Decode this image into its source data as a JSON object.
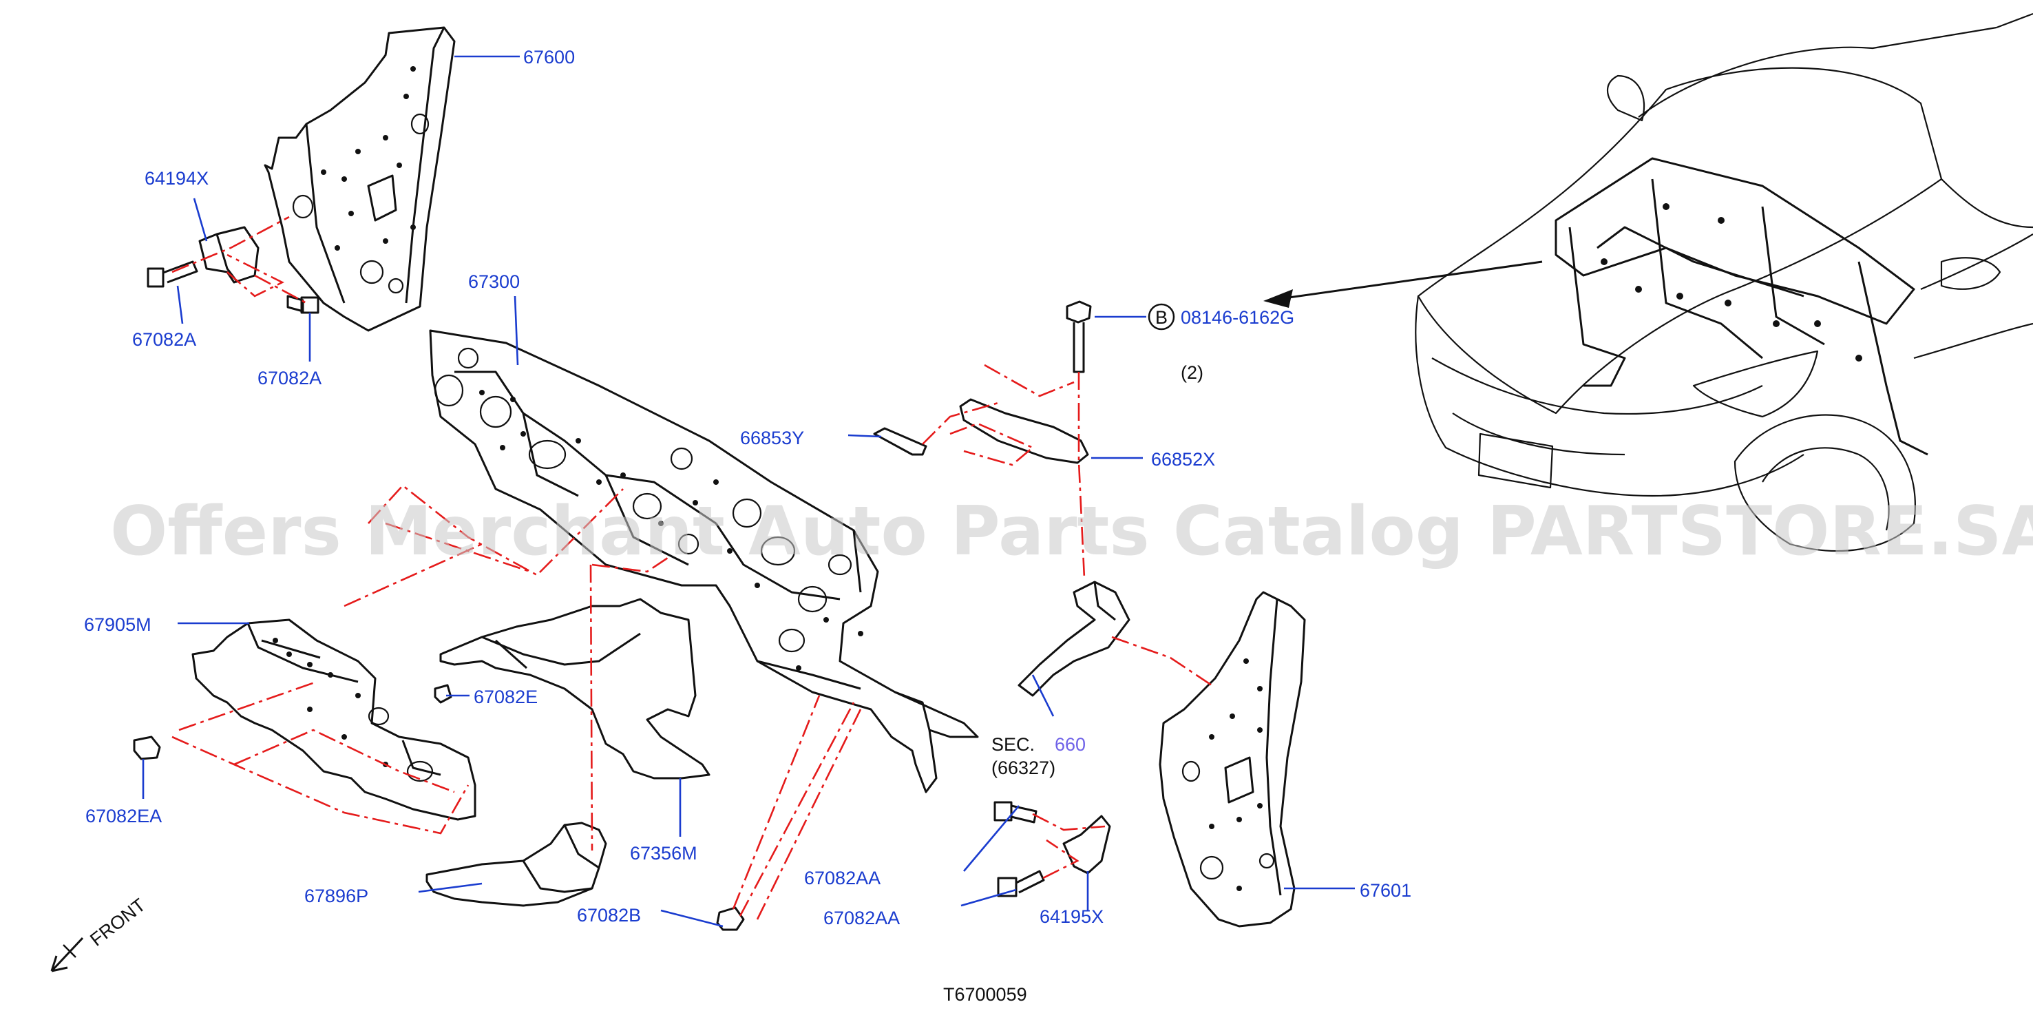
{
  "diagram_id": "T6700059",
  "watermark": "Offers Merchant Auto Parts Catalog PARTSTORE.SA",
  "direction_label": "FRONT",
  "callout_symbol": "B",
  "colors": {
    "label": "#1a3ccf",
    "dashed_line": "#e51b1b",
    "outline": "#111111",
    "watermark": "#c8c8c8"
  },
  "labels": {
    "p67600": "67600",
    "p64194x": "64194X",
    "p67082a_1": "67082A",
    "p67082a_2": "67082A",
    "p67300": "67300",
    "p08146": "08146-6162G",
    "p08146_qty": "(2)",
    "p66853y": "66853Y",
    "p66852x": "66852X",
    "p67905m": "67905M",
    "p67082e": "67082E",
    "p67082ea": "67082EA",
    "p67356m": "67356M",
    "p67896p": "67896P",
    "p67082b": "67082B",
    "p67082aa_1": "67082AA",
    "p67082aa_2": "67082AA",
    "sec_prefix": "SEC.",
    "sec_num": "660",
    "sec_sub": "(66327)",
    "p64195x": "64195X",
    "p67601": "67601"
  }
}
